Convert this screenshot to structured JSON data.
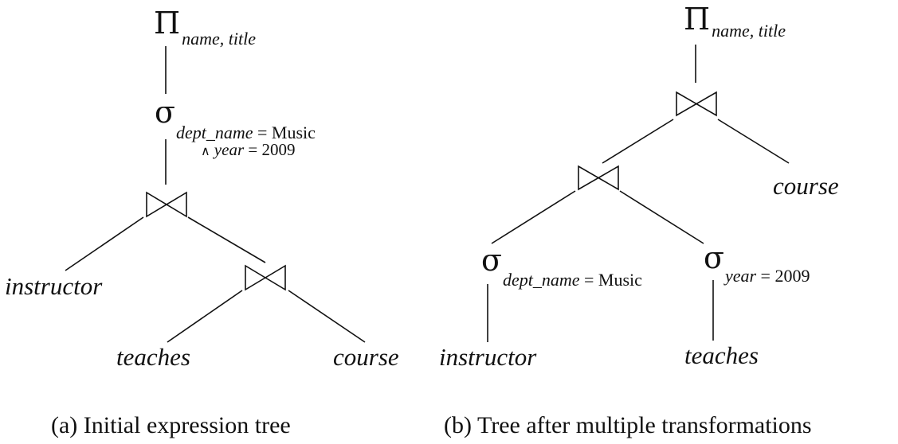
{
  "tree_a": {
    "projection": {
      "symbol": "Π",
      "subscript": "name, title"
    },
    "selection": {
      "symbol": "σ",
      "predicate_attr": "dept_name",
      "predicate_rest": " = Music",
      "second_line_and": "∧ ",
      "second_line_attr": "year",
      "second_line_rest": " = 2009"
    },
    "relations": {
      "instructor": "instructor",
      "teaches": "teaches",
      "course": "course"
    },
    "caption": "(a) Initial expression tree"
  },
  "tree_b": {
    "projection": {
      "symbol": "Π",
      "subscript": "name, title"
    },
    "selection_left": {
      "symbol": "σ",
      "predicate_attr": "dept_name",
      "predicate_rest": " = Music"
    },
    "selection_right": {
      "symbol": "σ",
      "predicate_attr": "year",
      "predicate_rest": " = 2009"
    },
    "relations": {
      "course": "course",
      "instructor": "instructor",
      "teaches": "teaches"
    },
    "caption": "(b) Tree after multiple transformations"
  },
  "icons": {
    "join": "natural-join-bowtie-icon"
  },
  "colors": {
    "ink": "#111111",
    "background": "#ffffff"
  }
}
